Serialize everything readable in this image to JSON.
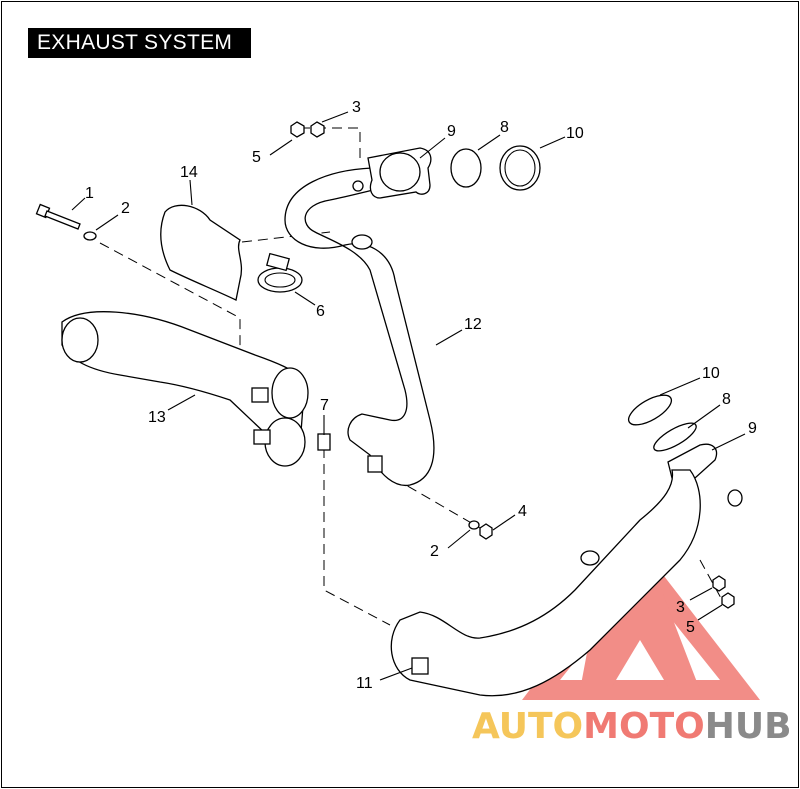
{
  "title": "EXHAUST SYSTEM",
  "callouts": [
    {
      "id": "c1",
      "label": "1"
    },
    {
      "id": "c2a",
      "label": "2"
    },
    {
      "id": "c3a",
      "label": "3"
    },
    {
      "id": "c5a",
      "label": "5"
    },
    {
      "id": "c9a",
      "label": "9"
    },
    {
      "id": "c8a",
      "label": "8"
    },
    {
      "id": "c10a",
      "label": "10"
    },
    {
      "id": "c14",
      "label": "14"
    },
    {
      "id": "c6",
      "label": "6"
    },
    {
      "id": "c12",
      "label": "12"
    },
    {
      "id": "c13",
      "label": "13"
    },
    {
      "id": "c7",
      "label": "7"
    },
    {
      "id": "c10b",
      "label": "10"
    },
    {
      "id": "c8b",
      "label": "8"
    },
    {
      "id": "c9b",
      "label": "9"
    },
    {
      "id": "c4",
      "label": "4"
    },
    {
      "id": "c2b",
      "label": "2"
    },
    {
      "id": "c3b",
      "label": "3"
    },
    {
      "id": "c5b",
      "label": "5"
    },
    {
      "id": "c11",
      "label": "11"
    }
  ],
  "watermark": {
    "part1": "AUTO",
    "part2": "MOTO",
    "part3": "HUB",
    "colors": {
      "part1": "#f5c65a",
      "part2": "#f07a73",
      "part3": "#8a8a8a",
      "triangle": "#f07a73"
    }
  }
}
